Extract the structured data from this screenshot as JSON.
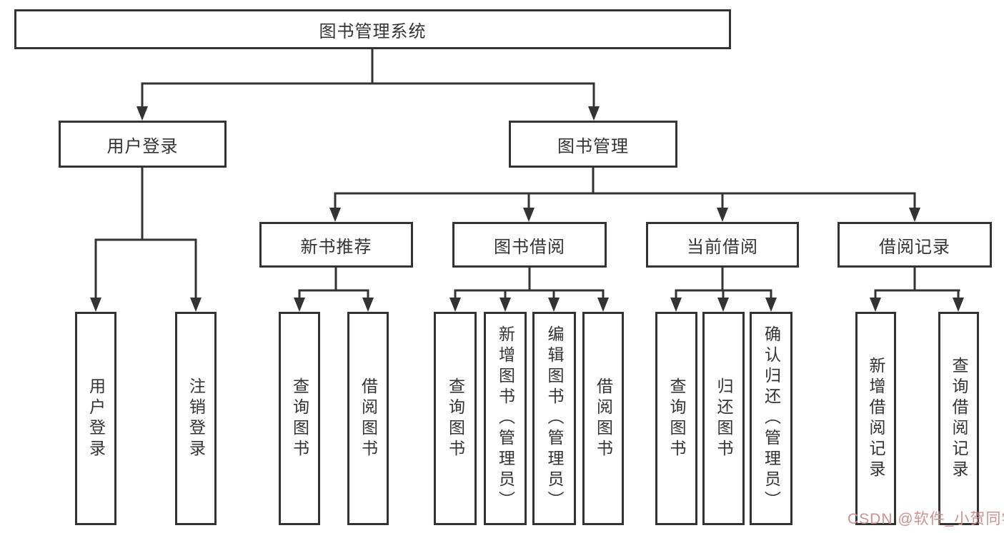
{
  "palette": {
    "line": "#333333",
    "box_border": "#333333",
    "text": "#333333",
    "background": "#ffffff",
    "watermark": "#d19090"
  },
  "tree": {
    "root": {
      "label": "图书管理系统"
    },
    "branches": [
      {
        "label": "用户登录",
        "children": [
          {
            "label": "用户登录"
          },
          {
            "label": "注销登录"
          }
        ]
      },
      {
        "label": "图书管理",
        "children": [
          {
            "label": "新书推荐",
            "children": [
              {
                "label": "查询图书"
              },
              {
                "label": "借阅图书"
              }
            ]
          },
          {
            "label": "图书借阅",
            "children": [
              {
                "label": "查询图书"
              },
              {
                "label": "新增图书（管理员）"
              },
              {
                "label": "编辑图书（管理员）"
              },
              {
                "label": "借阅图书"
              }
            ]
          },
          {
            "label": "当前借阅",
            "children": [
              {
                "label": "查询图书"
              },
              {
                "label": "归还图书"
              },
              {
                "label": "确认归还（管理员）"
              }
            ]
          },
          {
            "label": "借阅记录",
            "children": [
              {
                "label": "新增借阅记录"
              },
              {
                "label": "查询借阅记录"
              }
            ]
          }
        ]
      }
    ]
  },
  "watermark": {
    "text": "CSDN @软件_小贺同学"
  }
}
